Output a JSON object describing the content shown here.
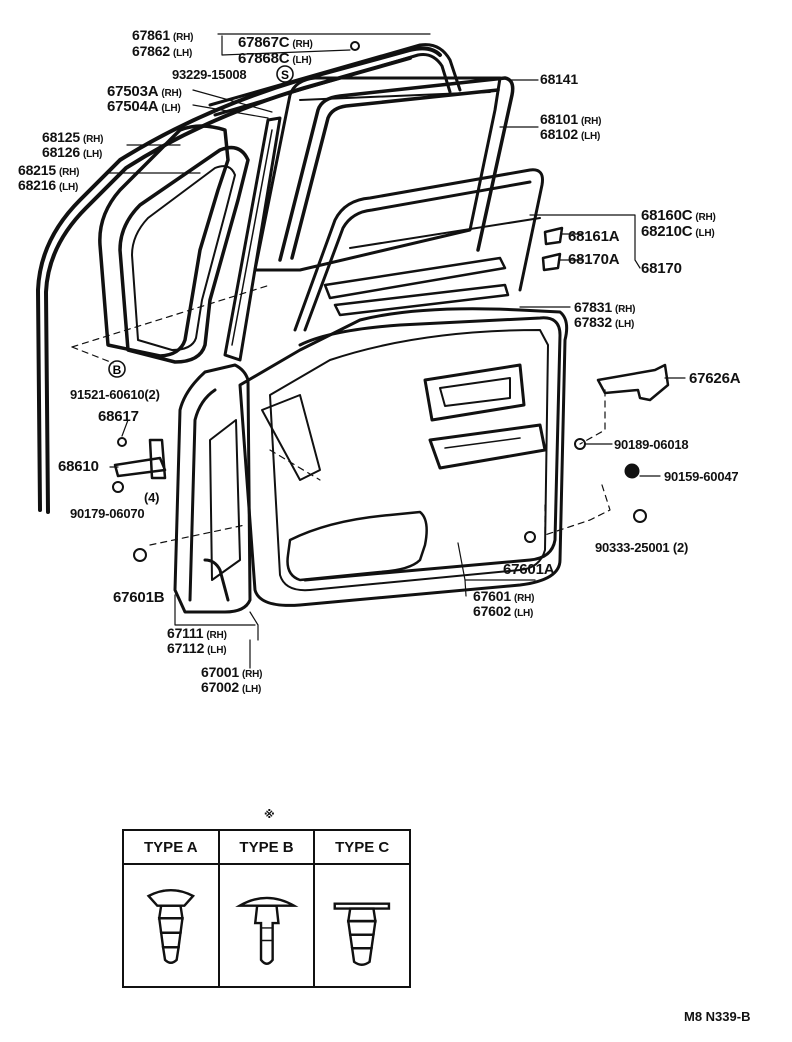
{
  "labels": {
    "l67861": {
      "num": "67861",
      "side": "(RH)"
    },
    "l67862": {
      "num": "67862",
      "side": "(LH)"
    },
    "l67867c": {
      "num": "67867C",
      "side": "(RH)"
    },
    "l67868c": {
      "num": "67868C",
      "side": "(LH)"
    },
    "l93229": {
      "num": "93229-15008"
    },
    "l67503a": {
      "num": "67503A",
      "side": "(RH)"
    },
    "l67504a": {
      "num": "67504A",
      "side": "(LH)"
    },
    "l68125": {
      "num": "68125",
      "side": "(RH)"
    },
    "l68126": {
      "num": "68126",
      "side": "(LH)"
    },
    "l68215": {
      "num": "68215",
      "side": "(RH)"
    },
    "l68216": {
      "num": "68216",
      "side": "(LH)"
    },
    "l68141": {
      "num": "68141"
    },
    "l68101": {
      "num": "68101",
      "side": "(RH)"
    },
    "l68102": {
      "num": "68102",
      "side": "(LH)"
    },
    "l68160c": {
      "num": "68160C",
      "side": "(RH)"
    },
    "l68210c": {
      "num": "68210C",
      "side": "(LH)"
    },
    "l68161a": {
      "num": "68161A"
    },
    "l68170a": {
      "num": "68170A"
    },
    "l68170": {
      "num": "68170"
    },
    "l67831": {
      "num": "67831",
      "side": "(RH)"
    },
    "l67832": {
      "num": "67832",
      "side": "(LH)"
    },
    "l91521": {
      "num": "91521-60610(2)"
    },
    "l68617": {
      "num": "68617"
    },
    "l68610": {
      "num": "68610"
    },
    "l4": {
      "num": "(4)"
    },
    "l90179": {
      "num": "90179-06070"
    },
    "l67626a": {
      "num": "67626A"
    },
    "l90189": {
      "num": "90189-06018"
    },
    "l90159": {
      "num": "90159-60047"
    },
    "l90333": {
      "num": "90333-25001  (2)"
    },
    "l67601a": {
      "num": "67601A"
    },
    "l67601": {
      "num": "67601",
      "side": "(RH)"
    },
    "l67602": {
      "num": "67602",
      "side": "(LH)"
    },
    "l67601b": {
      "num": "67601B"
    },
    "l67111": {
      "num": "67111",
      "side": "(RH)"
    },
    "l67112": {
      "num": "67112",
      "side": "(LH)"
    },
    "l67001": {
      "num": "67001",
      "side": "(RH)"
    },
    "l67002": {
      "num": "67002",
      "side": "(LH)"
    }
  },
  "callouts": {
    "s_mark": "S",
    "b_mark": "B"
  },
  "table": {
    "star": "※",
    "types": [
      {
        "label": "TYPE A"
      },
      {
        "label": "TYPE B"
      },
      {
        "label": "TYPE C"
      }
    ]
  },
  "doc_code": "M8 N339-B",
  "colors": {
    "ink": "#111111",
    "paper": "#ffffff"
  }
}
